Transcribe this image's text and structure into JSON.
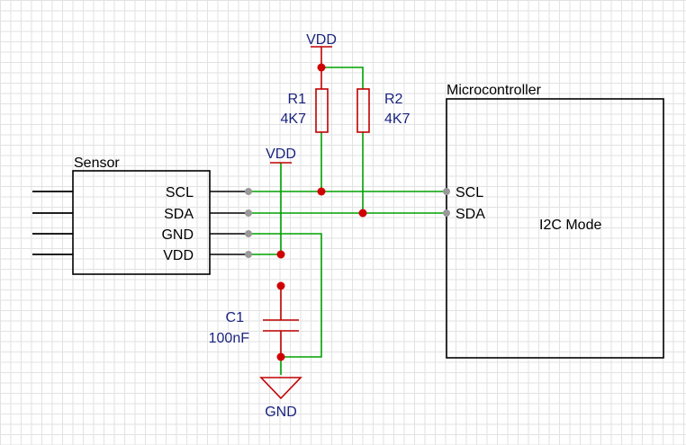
{
  "colors": {
    "wire": "#00a000",
    "component": "#c00000",
    "junction": "#d00000",
    "pin_dot": "#999999",
    "net_label": "#1a237e",
    "outline": "#000000"
  },
  "sensor": {
    "title": "Sensor",
    "pins": [
      "SCL",
      "SDA",
      "GND",
      "VDD"
    ]
  },
  "microcontroller": {
    "title": "Microcontroller",
    "pins": [
      "SCL",
      "SDA"
    ],
    "mode": "I2C Mode"
  },
  "resistors": [
    {
      "ref": "R1",
      "value": "4K7"
    },
    {
      "ref": "R2",
      "value": "4K7"
    }
  ],
  "capacitor": {
    "ref": "C1",
    "value": "100nF"
  },
  "power": {
    "vdd_top": "VDD",
    "vdd_left": "VDD",
    "gnd": "GND"
  }
}
